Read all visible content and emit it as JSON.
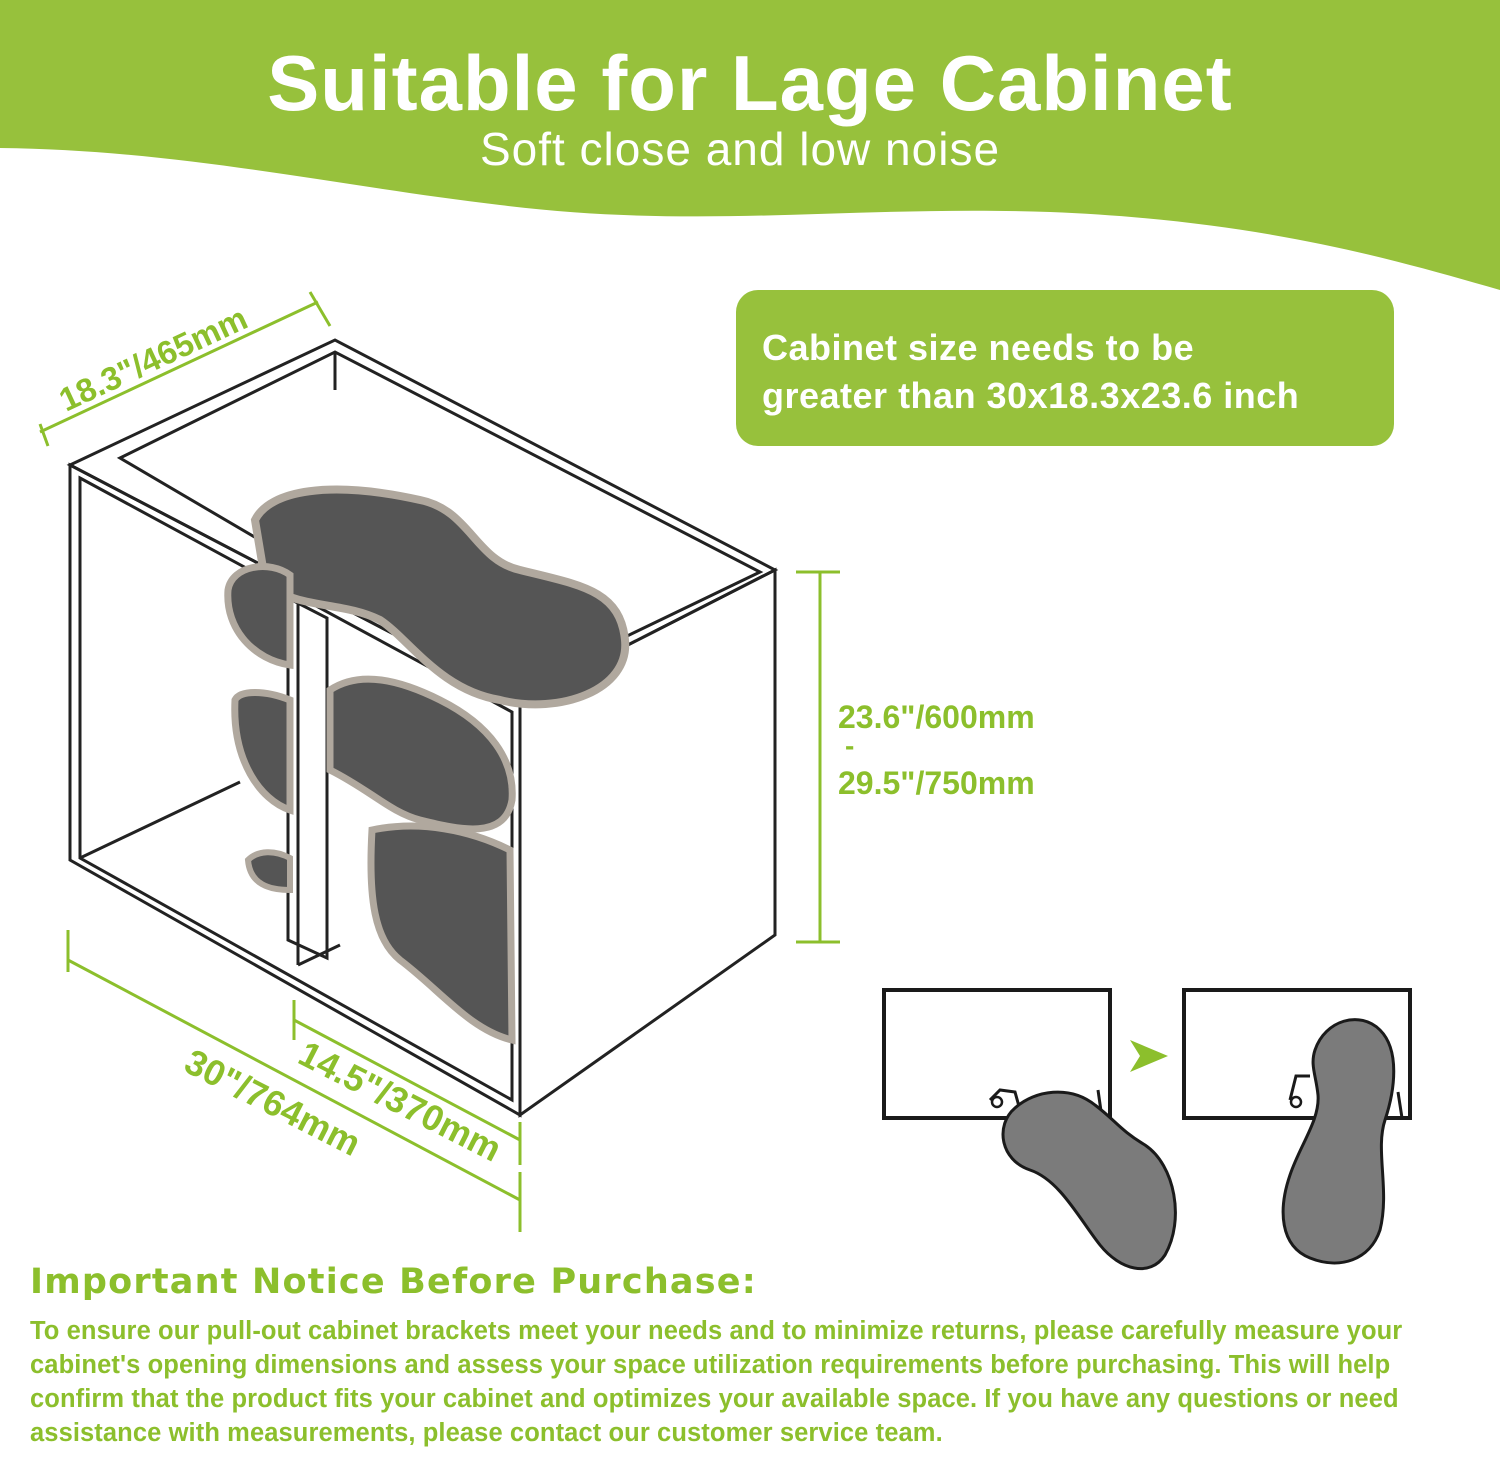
{
  "banner": {
    "title": "Suitable for Lage Cabinet",
    "subtitle": "Soft close and low noise",
    "color": "#97c13c"
  },
  "size_requirement": {
    "line1": "Cabinet size needs to be",
    "line2": "greater than  30x18.3x23.6 inch"
  },
  "dimensions": {
    "depth": "18.3\"/465mm",
    "height_min": "23.6\"/600mm",
    "height_sep": "-",
    "height_max": "29.5\"/750mm",
    "opening": "14.5\"/370mm",
    "width": "30\"/764mm"
  },
  "notice": {
    "heading": "Important Notice Before Purchase:",
    "body": "To ensure our pull-out cabinet brackets meet your needs and to minimize returns, please carefully measure your cabinet's opening dimensions and assess your space utilization requirements before purchasing. This will help confirm that the product fits your cabinet and optimizes your available space. If you have any questions or need assistance with measurements, please contact our customer service team."
  },
  "colors": {
    "accent_green": "#8cbf2c",
    "shelf_gray": "#555555"
  }
}
